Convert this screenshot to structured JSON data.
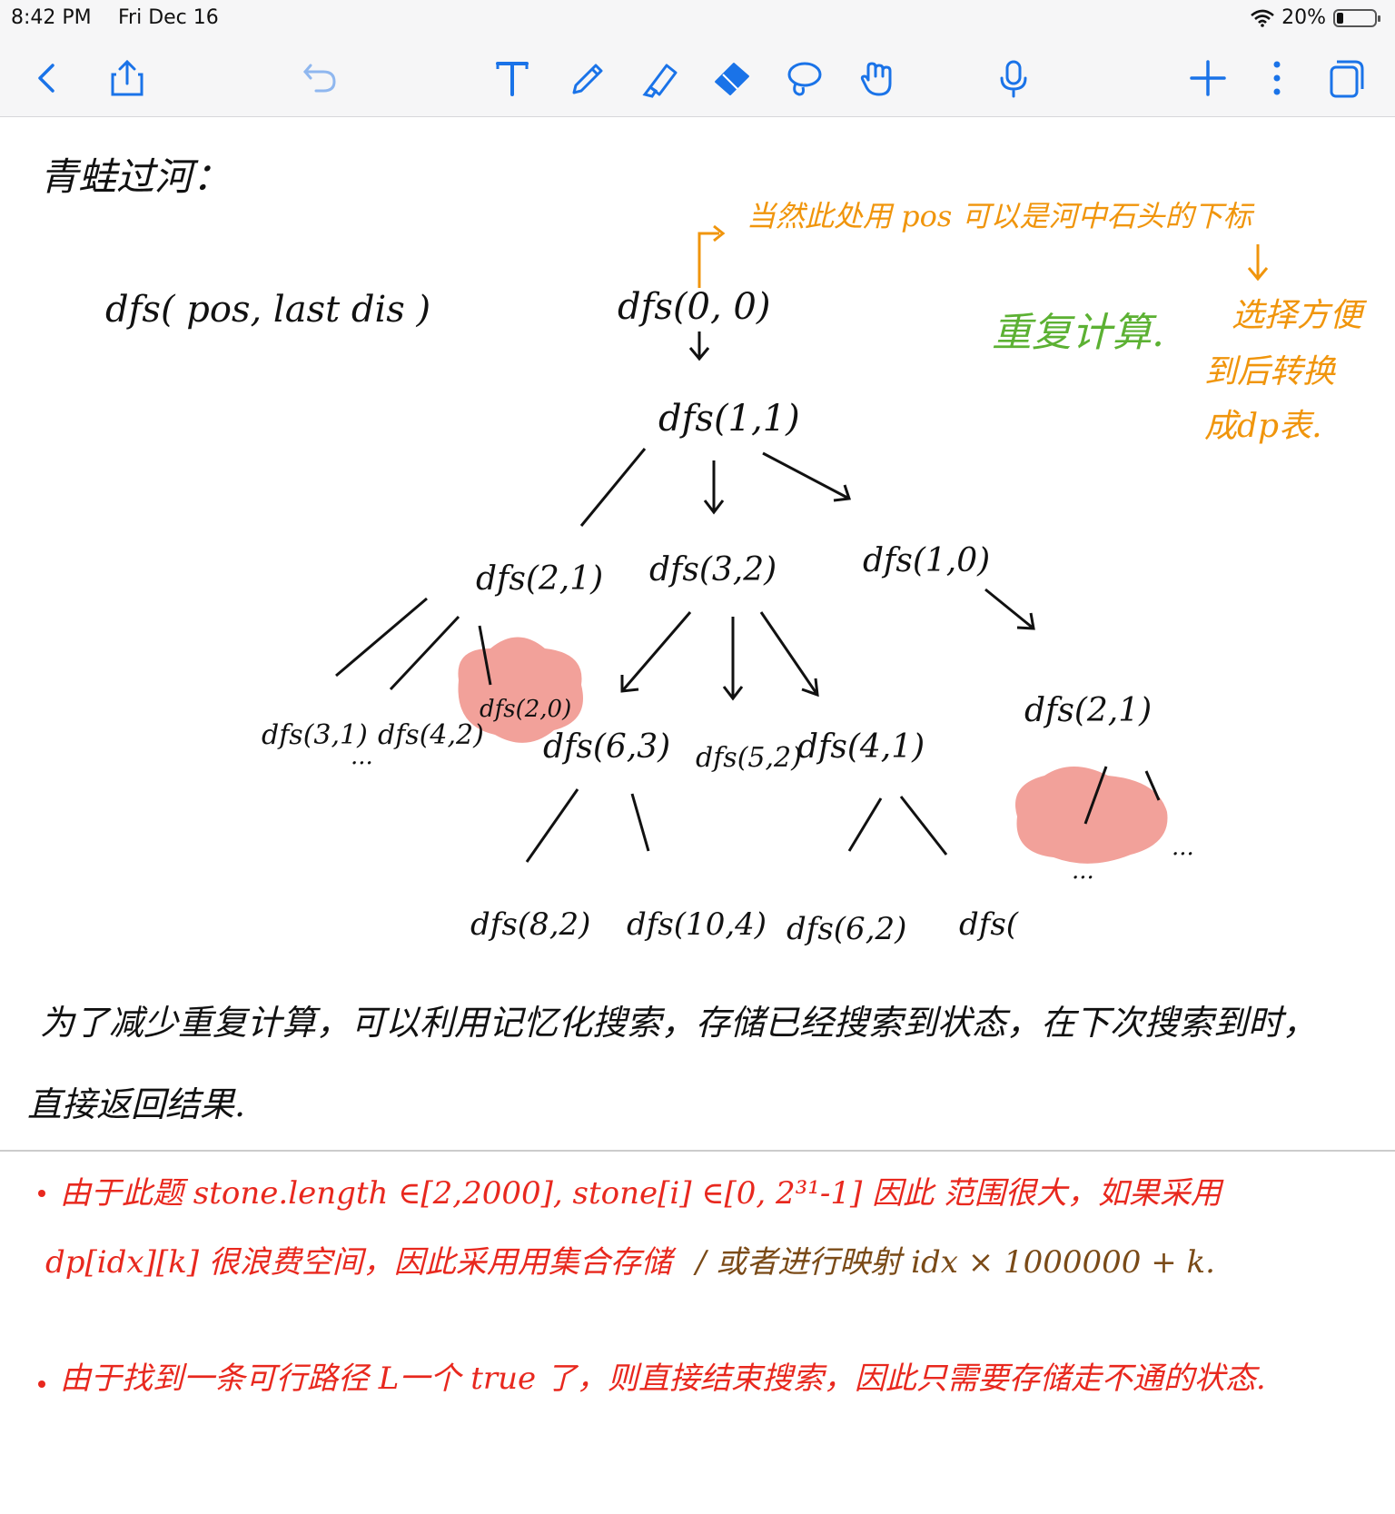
{
  "status": {
    "time": "8:42 PM",
    "date": "Fri Dec 16",
    "battery": "20%",
    "battery_level": 0.2
  },
  "toolbar": {
    "icons": [
      "chevron-left-icon",
      "share-icon",
      "undo-icon",
      "text-tool-icon",
      "pen-icon",
      "highlighter-icon",
      "eraser-icon",
      "lasso-icon",
      "hand-icon",
      "microphone-icon",
      "add-icon",
      "more-icon",
      "pages-icon"
    ],
    "accent": "#1a73e8"
  },
  "note": {
    "title": "青蛙过河：",
    "signature": "dfs( pos, last dis )",
    "annotation_orange": "当然此处用 pos 可以是河中石头的下标",
    "side_note_orange": [
      "选择方便",
      "到后转换",
      "成dp表."
    ],
    "repeat_note": "重复计算.",
    "tree": {
      "root": "dfs(0, 0)",
      "level1": "dfs(1,1)",
      "level2": [
        "dfs(2,1)",
        "dfs(3,2)",
        "dfs(1,0)"
      ],
      "level3_left": [
        "dfs(3,1)",
        "dfs(4,2)",
        "dfs(2,0)"
      ],
      "level3_mid": [
        "dfs(6,3)",
        "dfs(5,2)",
        "dfs(4,1)"
      ],
      "level3_right": "dfs(2,1)",
      "level4": [
        "dfs(8,2)",
        "dfs(10,4)",
        "dfs(6,2)",
        "dfs("
      ],
      "ellipsis": "..."
    },
    "memo_line1": "为了减少重复计算，可以利用记忆化搜索，存储已经搜索到状态，在下次搜索到时，",
    "memo_line2": "直接返回结果.",
    "bullet1_line1": "由于此题 stone.length ∈[2,2000], stone[i] ∈[0, 2³¹-1] 因此 范围很大，如果采用",
    "bullet1_line2_a": "dp[idx][k] 很浪费空间，因此采用用集合存储",
    "bullet1_line2_b": "/ 或者进行映射  idx × 1000000 + k.",
    "bullet2": "由于找到一条可行路径 L一个 true 了，则直接结束搜索，因此只需要存储走不通的状态.",
    "colors": {
      "ink": "#111111",
      "orange": "#f0950c",
      "green": "#5cb133",
      "red": "#e8281e",
      "brown": "#7a4a17",
      "highlight": "#f2a19a"
    }
  }
}
